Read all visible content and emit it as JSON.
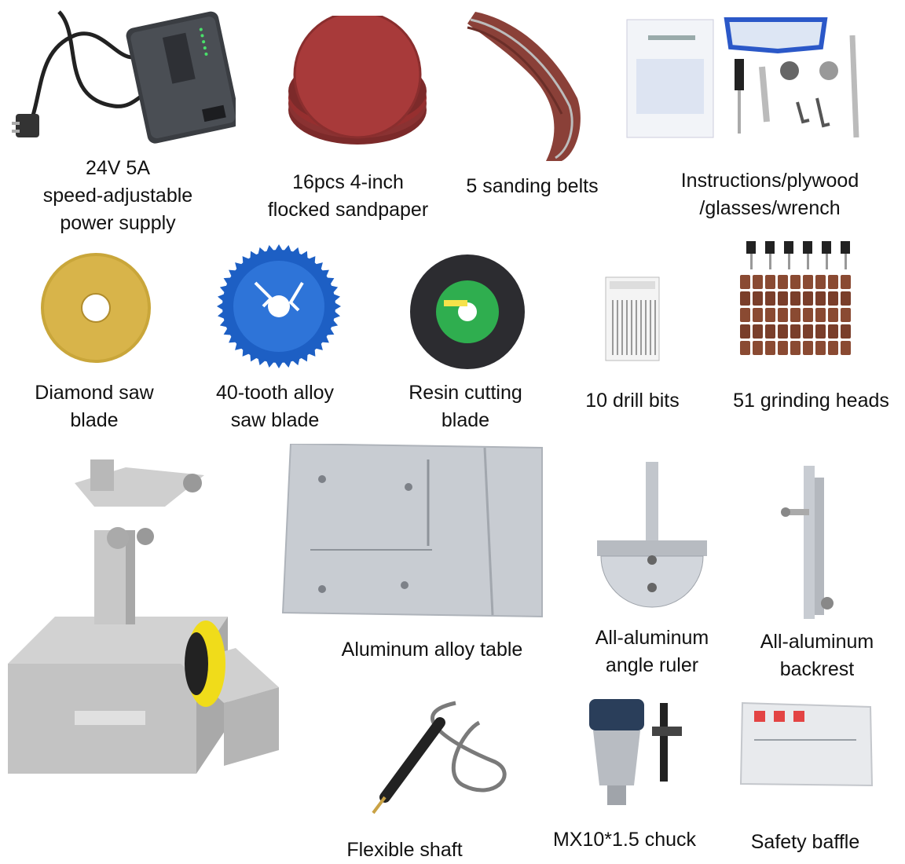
{
  "items": [
    {
      "id": "power-supply",
      "label": "24V 5A\nspeed-adjustable\npower supply"
    },
    {
      "id": "sandpaper",
      "label": "16pcs 4-inch\nflocked sandpaper"
    },
    {
      "id": "sanding-belts",
      "label": "5 sanding belts"
    },
    {
      "id": "accessories",
      "label": "Instructions/plywood\n/glasses/wrench"
    },
    {
      "id": "diamond-blade",
      "label": "Diamond saw\nblade"
    },
    {
      "id": "alloy-blade",
      "label": "40-tooth alloy\nsaw blade"
    },
    {
      "id": "resin-blade",
      "label": "Resin cutting\nblade"
    },
    {
      "id": "drill-bits",
      "label": "10 drill bits"
    },
    {
      "id": "grinding-heads",
      "label": "51 grinding heads"
    },
    {
      "id": "table",
      "label": "Aluminum alloy table"
    },
    {
      "id": "angle-ruler",
      "label": "All-aluminum\nangle ruler"
    },
    {
      "id": "backrest",
      "label": "All-aluminum\nbackrest"
    },
    {
      "id": "flexible-shaft",
      "label": "Flexible shaft"
    },
    {
      "id": "chuck",
      "label": "MX10*1.5 chuck"
    },
    {
      "id": "safety-baffle",
      "label": "Safety baffle"
    }
  ],
  "colors": {
    "sandpaper": "#a83a3a",
    "belt": "#8a4038",
    "diamond": "#c9a63a",
    "alloy_blade": "#1d5fc4",
    "resin_blade": "#2c2c30",
    "aluminum": "#c8ccd2",
    "grinding_head": "#8a4a32"
  }
}
